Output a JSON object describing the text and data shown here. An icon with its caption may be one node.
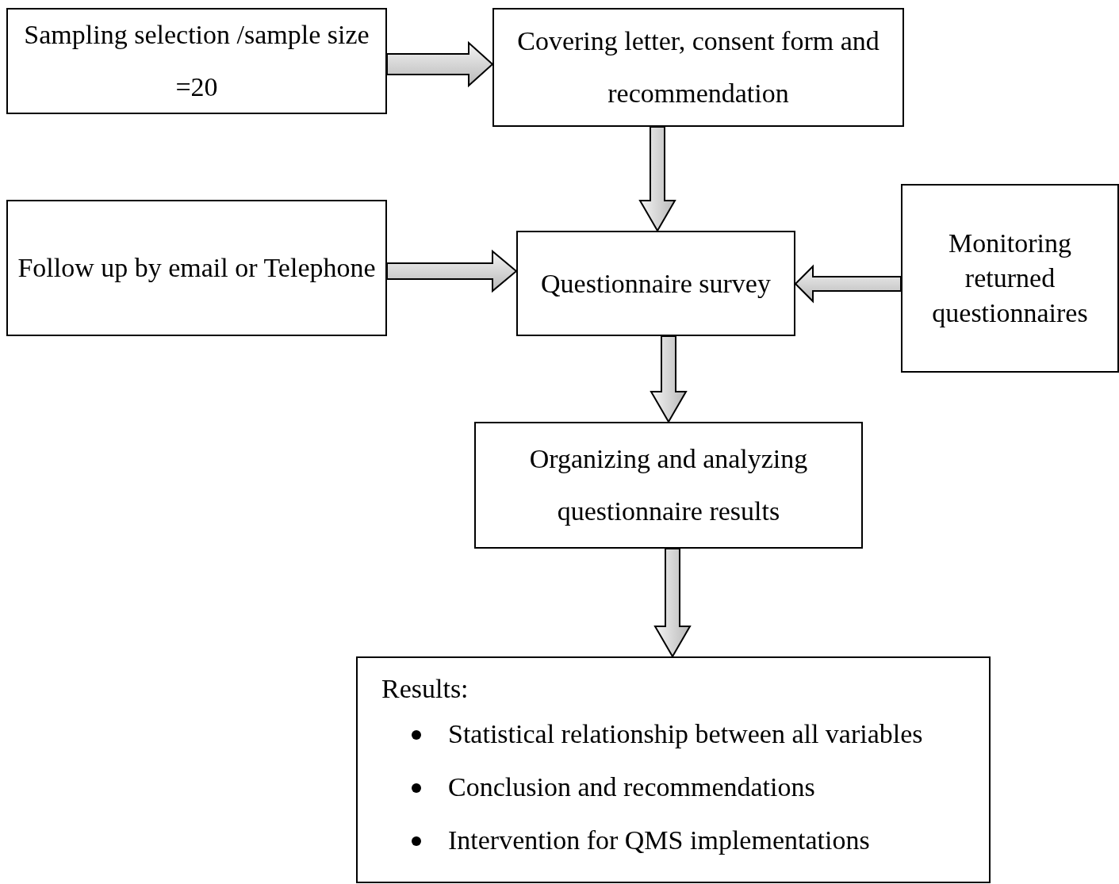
{
  "diagram": {
    "nodes": [
      {
        "text": [
          "Sampling selection /sample size =20"
        ]
      },
      {
        "text": [
          "Covering letter, consent form and recommendation"
        ]
      },
      {
        "text": [
          "Follow up by email or Telephone"
        ]
      },
      {
        "text": [
          "Questionnaire survey"
        ]
      },
      {
        "text": [
          "Monitoring returned questionnaires"
        ]
      },
      {
        "text": [
          "Organizing and analyzing questionnaire results"
        ]
      },
      {
        "text": [
          "Results:",
          "Statistical relationship between all variables",
          "Conclusion and recommendations",
          "Intervention for QMS implementations"
        ]
      }
    ],
    "edges": [
      {
        "from": 0,
        "to": 1,
        "arrow": "to"
      },
      {
        "from": 1,
        "to": 3,
        "arrow": "to"
      },
      {
        "from": 2,
        "to": 3,
        "arrow": "to"
      },
      {
        "from": 4,
        "to": 3,
        "arrow": "to"
      },
      {
        "from": 3,
        "to": 5,
        "arrow": "to"
      },
      {
        "from": 5,
        "to": 6,
        "arrow": "to"
      }
    ]
  }
}
